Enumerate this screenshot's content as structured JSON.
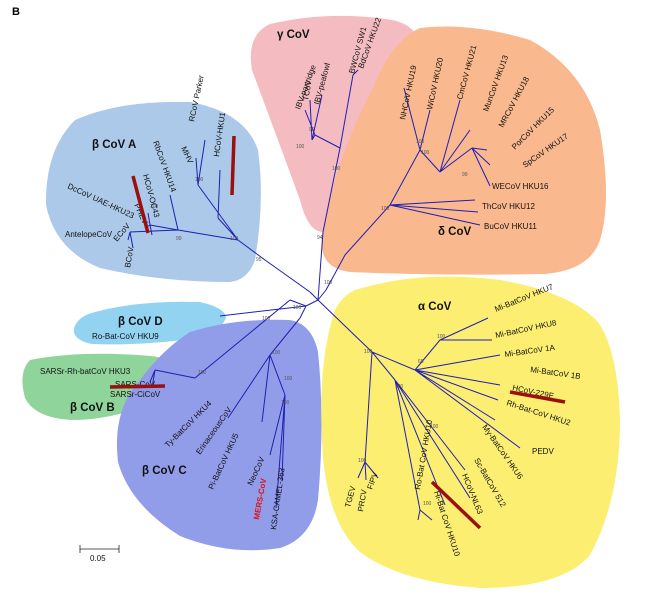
{
  "figure": {
    "panel_letter": "B",
    "scale_label": "0.05"
  },
  "clades": [
    {
      "id": "gamma",
      "label": "γ CoV",
      "color": "#f2b6bc"
    },
    {
      "id": "delta",
      "label": "δ CoV",
      "color": "#f9b58a"
    },
    {
      "id": "betaA",
      "label": "β CoV A",
      "color": "#a9c9ea"
    },
    {
      "id": "betaD",
      "label": "β CoV D",
      "color": "#8fd0f0"
    },
    {
      "id": "betaB",
      "label": "β CoV B",
      "color": "#8fd49a"
    },
    {
      "id": "betaC",
      "label": "β CoV C",
      "color": "#8f9bea"
    },
    {
      "id": "alpha",
      "label": "α CoV",
      "color": "#fcee6e"
    }
  ],
  "leaves": {
    "gamma": [
      "IBV-partridge",
      "TCoV",
      "IBV-peafowl",
      "BWCoV SW1",
      "BdCoV HKU22"
    ],
    "delta": [
      "NHCoV HKU19",
      "WiCoV HKU20",
      "CmCoV HKU21",
      "MunCoV HKU13",
      "MRCoV HKU18",
      "PorCoV HKU15",
      "SpCoV HKU17",
      "WECoV HKU16",
      "ThCoV HKU12",
      "BuCoV HKU11"
    ],
    "betaA": [
      "DcCoV UAE-HKU23",
      "PHEV",
      "HCoV-OC43",
      "RbCoV HKU14",
      "MHV",
      "RCoV Parker",
      "HCoV-HKU1",
      "AntelopeCoV",
      "ECoV",
      "BCoV"
    ],
    "betaD": [
      "Ro-Bat-CoV HKU9"
    ],
    "betaB": [
      "SARSr-Rh-batCoV HKU3",
      "SARS-CoV",
      "SARSr-CiCoV"
    ],
    "betaC": [
      "Ty-BatCoV HKU4",
      "ErinaceousCoV",
      "Pi-BatCoV HKU5",
      "NeoCoV",
      "MERS-CoV",
      "KSA-CAMEL-363"
    ],
    "alpha": [
      "Mi-BatCoV HKU7",
      "Mi-BatCoV HKU8",
      "Mi-BatCoV 1A",
      "Mi-BatCoV 1B",
      "HCoV-229E",
      "Rh-Bat-CoV HKU2",
      "PEDV",
      "My-BatCoV HKU6",
      "Sc-BatCoV 512",
      "HCoV-NL63",
      "Hi-Bat CoV HKU10",
      "Ro-Bat CoV HKU10",
      "TGEV",
      "PRCV",
      "FIPV"
    ]
  },
  "bootstrap_labels": [
    "100",
    "99",
    "100",
    "94",
    "100",
    "99",
    "100",
    "100",
    "99",
    "100",
    "100",
    "100",
    "65",
    "100",
    "100",
    "100",
    "100",
    "100",
    "100",
    "100",
    "100",
    "100",
    "100",
    "100",
    "100",
    "95",
    "100"
  ]
}
